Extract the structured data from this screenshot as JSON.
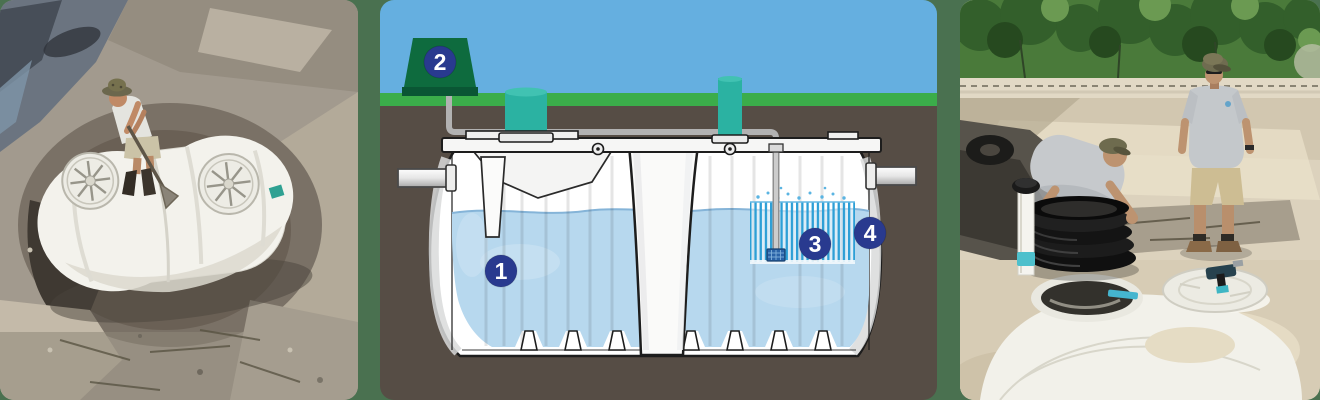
{
  "page": {
    "background_color": "#4A7150"
  },
  "diagram": {
    "description": "Cutaway illustration of a two-compartment aerobic septic treatment tank buried beneath grass, with air pump, aeration media and outlet",
    "badges": [
      {
        "number": "1"
      },
      {
        "number": "2"
      },
      {
        "number": "3"
      },
      {
        "number": "4"
      }
    ],
    "colors": {
      "sky": "#65AFE0",
      "grass": "#3BAD4A",
      "soil": "#564D45",
      "water": "#B7D8EE",
      "riser_teal": "#2BB2A2",
      "control_panel_green": "#0E6B3E",
      "badge_navy": "#293A8F",
      "media_stripe_blue": "#2D9FD6",
      "pipe_gray": "#B2B2B2",
      "tank_white": "#FFFFFF"
    }
  },
  "photos": {
    "left": {
      "description": "White two-lid septic tank set in an excavated pit with a worker standing on it holding a shovel"
    },
    "right": {
      "description": "Two installers in camo caps placing a black corrugated riser ring onto a buried white septic tank in sandy ground"
    }
  }
}
